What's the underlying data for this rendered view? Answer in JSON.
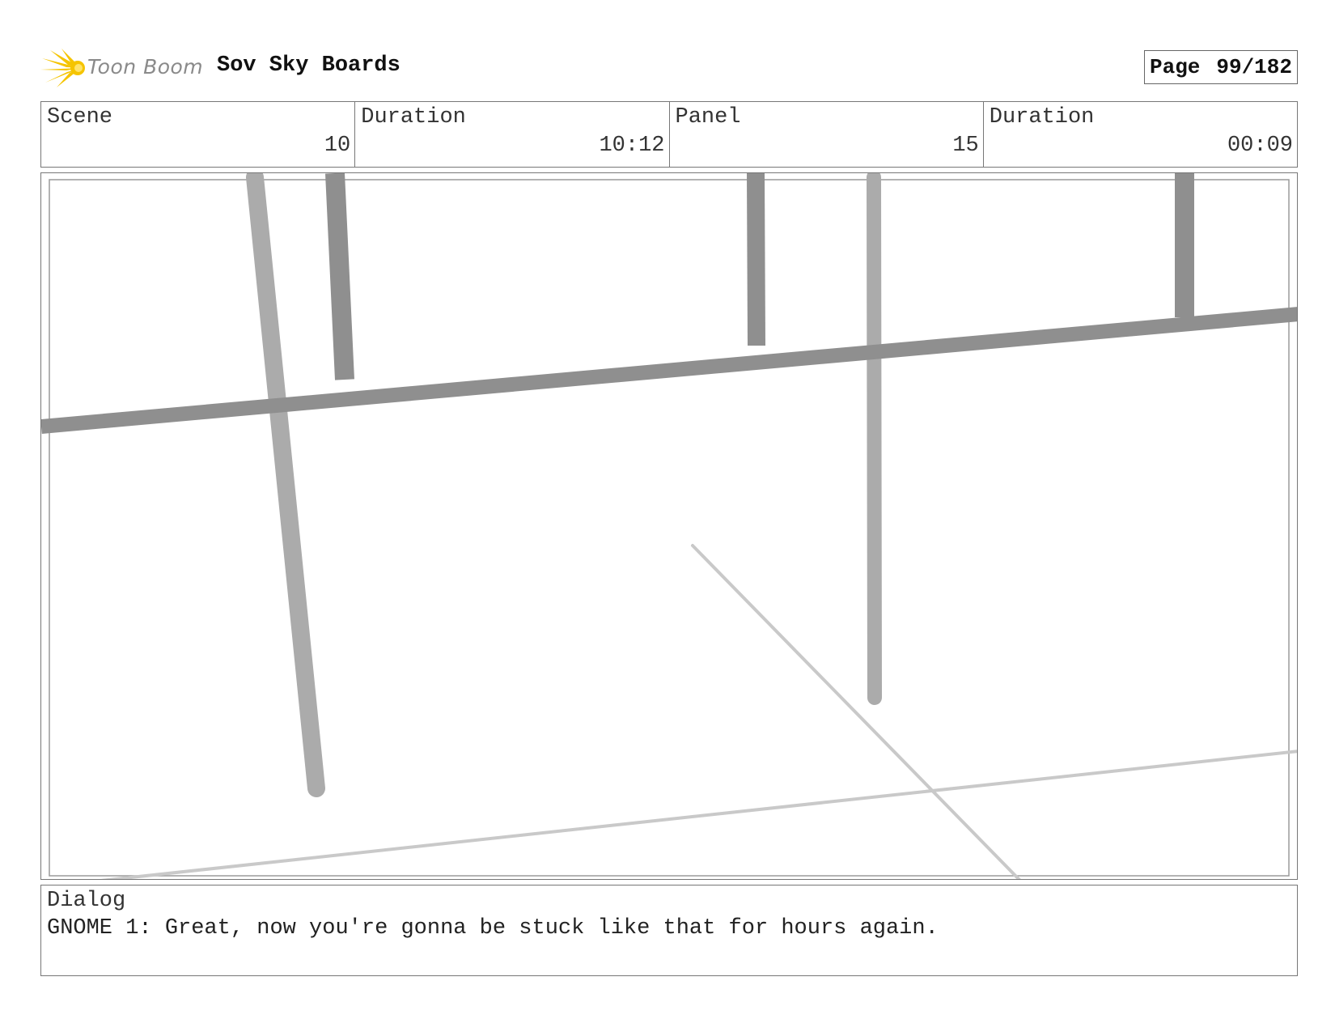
{
  "header": {
    "logo_text": "Toon Boom",
    "project_title": "Sov Sky Boards",
    "page_label": "Page",
    "page_number": "99/182"
  },
  "info": {
    "scene_label": "Scene",
    "scene_value": "10",
    "scene_duration_label": "Duration",
    "scene_duration_value": "10:12",
    "panel_label": "Panel",
    "panel_value": "15",
    "panel_duration_label": "Duration",
    "panel_duration_value": "00:09"
  },
  "dialog": {
    "label": "Dialog",
    "text": "GNOME 1: Great, now you're gonna be stuck like that for hours again."
  },
  "colors": {
    "logo_yellow": "#f5c400",
    "stroke_dark": "#8f8f8f",
    "stroke_mid": "#ababab",
    "stroke_light": "#c9c9c9",
    "border": "#777777"
  }
}
